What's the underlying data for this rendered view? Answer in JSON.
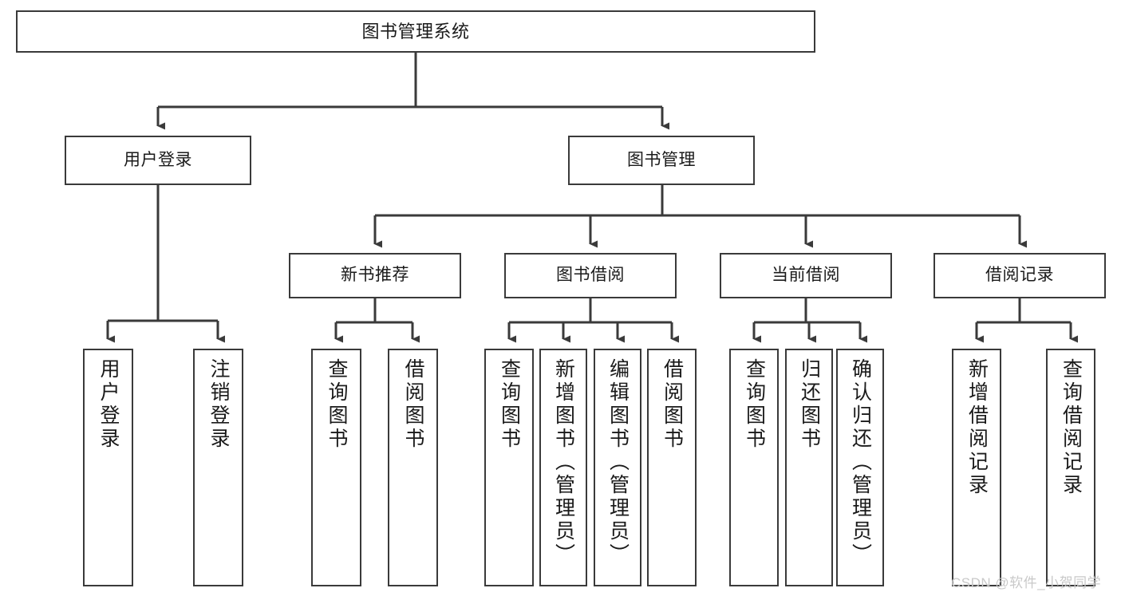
{
  "diagram": {
    "title": "图书管理系统",
    "type": "tree",
    "orientation": "top-down",
    "colors": {
      "box_border": "#3a3a3a",
      "box_fill": "#ffffff",
      "connector": "#3a3a3a",
      "text": "#1a1a1a",
      "watermark": "#c9c9c9",
      "background": "#ffffff"
    },
    "root": {
      "id": "root",
      "label": "图书管理系统"
    },
    "level2": [
      {
        "id": "user-login",
        "label": "用户登录"
      },
      {
        "id": "book-manage",
        "label": "图书管理"
      }
    ],
    "level3": [
      {
        "id": "new-book-recommend",
        "label": "新书推荐",
        "parent": "book-manage"
      },
      {
        "id": "book-borrow",
        "label": "图书借阅",
        "parent": "book-manage"
      },
      {
        "id": "current-borrow",
        "label": "当前借阅",
        "parent": "book-manage"
      },
      {
        "id": "borrow-record",
        "label": "借阅记录",
        "parent": "book-manage"
      }
    ],
    "leaves": [
      {
        "id": "leaf-user-login",
        "label": "用户登录",
        "parent": "user-login"
      },
      {
        "id": "leaf-logout-login",
        "label": "注销登录",
        "parent": "user-login"
      },
      {
        "id": "leaf-query-book-1",
        "label": "查询图书",
        "parent": "new-book-recommend"
      },
      {
        "id": "leaf-borrow-book-1",
        "label": "借阅图书",
        "parent": "new-book-recommend"
      },
      {
        "id": "leaf-query-book-2",
        "label": "查询图书",
        "parent": "book-borrow"
      },
      {
        "id": "leaf-add-book",
        "label": "新增图书（管理员）",
        "parent": "book-borrow"
      },
      {
        "id": "leaf-edit-book",
        "label": "编辑图书（管理员）",
        "parent": "book-borrow"
      },
      {
        "id": "leaf-borrow-book-2",
        "label": "借阅图书",
        "parent": "book-borrow"
      },
      {
        "id": "leaf-query-book-3",
        "label": "查询图书",
        "parent": "current-borrow"
      },
      {
        "id": "leaf-return-book",
        "label": "归还图书",
        "parent": "current-borrow"
      },
      {
        "id": "leaf-confirm-return",
        "label": "确认归还（管理员）",
        "parent": "current-borrow"
      },
      {
        "id": "leaf-add-record",
        "label": "新增借阅记录",
        "parent": "borrow-record"
      },
      {
        "id": "leaf-query-record",
        "label": "查询借阅记录",
        "parent": "borrow-record"
      }
    ]
  },
  "watermark": {
    "text": "CSDN @软件_小贺同学"
  }
}
